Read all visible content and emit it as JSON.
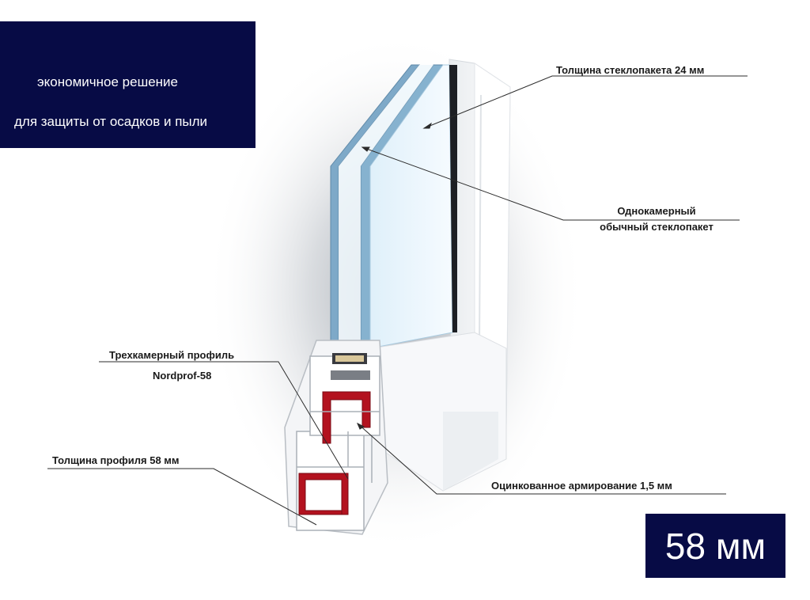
{
  "info_box": {
    "line1": "экономичное решение",
    "line2": "для защиты от осадков и пыли"
  },
  "badge": {
    "text": "58 мм"
  },
  "callouts": {
    "glass_thickness": "Толщина стеклопакета 24 мм",
    "glass_unit_line1": "Однокамерный",
    "glass_unit_line2": "обычный стеклопакет",
    "profile_line1": "Трехкамерный профиль",
    "profile_line2": "Nordprof-58",
    "profile_thickness": "Толщина профиля 58 мм",
    "reinforcement": "Оцинкованное армирование 1,5 мм"
  },
  "colors": {
    "navy": "#070b45",
    "reinforcement": "#b3121f",
    "glass": "#9cc4de",
    "pvc": "#f6f7f9"
  }
}
